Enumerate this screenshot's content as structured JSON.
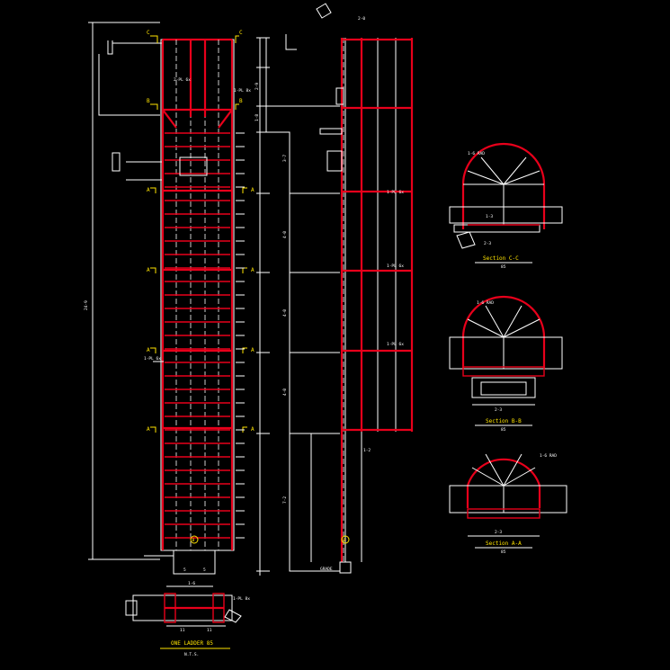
{
  "colors": {
    "background": "#000000",
    "line": "#ffffff",
    "member": "#e8001b",
    "label": "#ffe400"
  },
  "title_block": {
    "title": "ONE LADDER 85",
    "scale": "N.T.S."
  },
  "sections": [
    {
      "title": "Section C-C",
      "sub": "85"
    },
    {
      "title": "Section B-B",
      "sub": "85"
    },
    {
      "title": "Section A-A",
      "sub": "85"
    }
  ],
  "markers": {
    "c": "C",
    "b": "B",
    "a": "A",
    "circle": "B"
  },
  "plan_labels": {
    "top_left": "2-PL 6x",
    "tie": "1-PL 8x",
    "left_note": "1-PL 6x",
    "dim_base": "1-6",
    "dim_side_a": "5",
    "dim_side_b": "5",
    "dim_bot_a": "11",
    "dim_bot_b": "11",
    "overall_height": "24-9"
  },
  "elevation_labels": {
    "top_dim": "2-0",
    "seg_1": "2-9",
    "seg_2": "1-8",
    "seg_3": "3-7",
    "seg_4": "4-0",
    "seg_5": "4-0",
    "seg_6": "4-0",
    "seg_7": "7-2",
    "base_note": "GRADE",
    "right_note": "1-PL 6x",
    "bottom_dim": "1-2"
  },
  "section_labels": {
    "radius": "1-6 RAD",
    "spacing": "1-3",
    "width": "2-3"
  }
}
